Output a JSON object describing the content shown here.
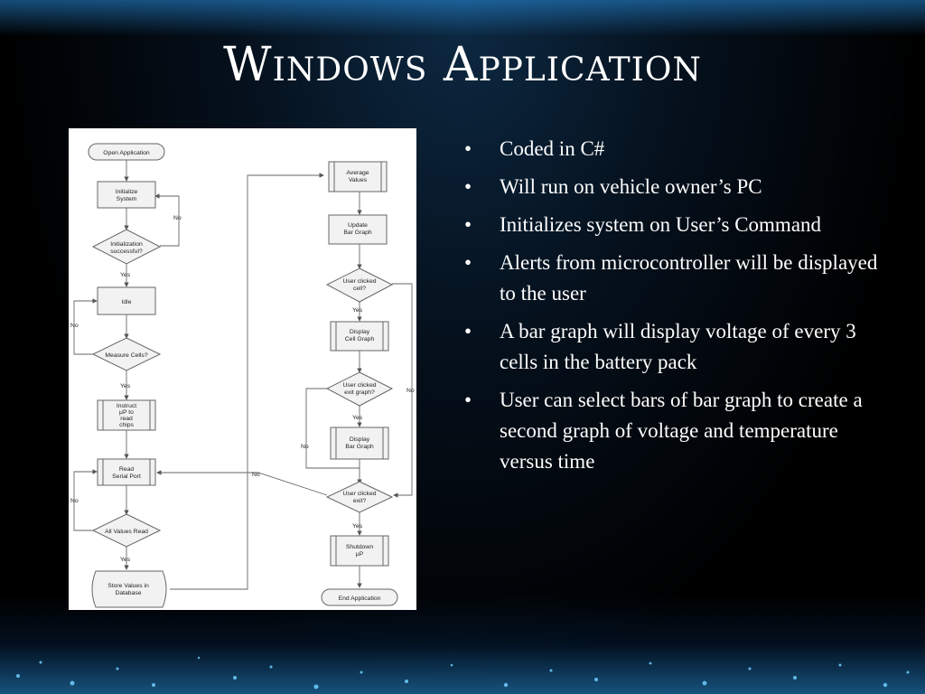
{
  "slide": {
    "title": "Windows Application",
    "bullets": [
      "Coded in C#",
      "Will run on vehicle owner’s PC",
      "Initializes system on User’s Command",
      "Alerts from microcontroller will be displayed to the user",
      "A bar graph will display voltage of every 3 cells in the battery pack",
      "User can select bars of bar graph to create a second graph of voltage and temperature versus time"
    ]
  },
  "flowchart": {
    "nodes": {
      "open_application": "Open Application",
      "initialize_system": [
        "Initialize",
        "System"
      ],
      "init_successful": [
        "Initialization",
        "successful?"
      ],
      "idle": "Idle",
      "measure_cells": "Measure Cells?",
      "instruct_up": [
        "Instruct",
        "µP to",
        "read",
        "chips"
      ],
      "read_serial": [
        "Read",
        "Serial Port"
      ],
      "all_values_read": "All Values Read",
      "store_values": [
        "Store Values in",
        "Database"
      ],
      "average_values": [
        "Average",
        "Values"
      ],
      "update_bar_graph": [
        "Update",
        "Bar Graph"
      ],
      "user_clicked_cell": [
        "User clicked",
        "cell?"
      ],
      "display_cell_graph": [
        "Display",
        "Cell Graph"
      ],
      "user_clicked_exit_graph": [
        "User clicked",
        "exit graph?"
      ],
      "display_bar_graph": [
        "Display",
        "Bar Graph"
      ],
      "user_clicked_exit": [
        "User clicked",
        "exit?"
      ],
      "shutdown_up": [
        "Shutdown",
        "µP"
      ],
      "end_application": "End Application"
    },
    "edge_labels": {
      "yes": "Yes",
      "no": "No"
    }
  }
}
